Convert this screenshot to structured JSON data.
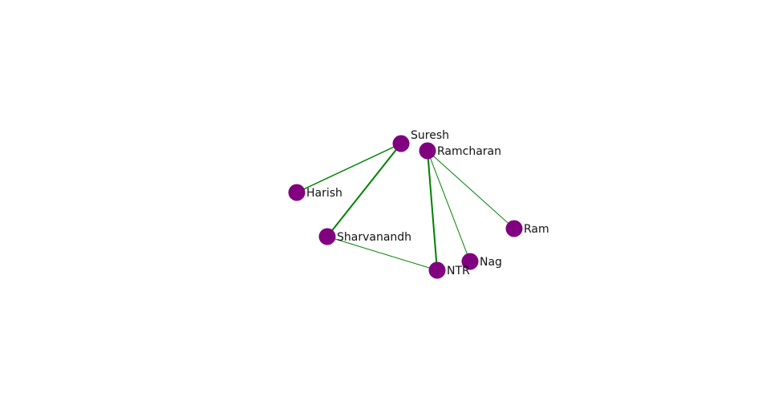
{
  "graph": {
    "colors": {
      "node": "#800080",
      "edge": "#008000",
      "label": "#111111"
    },
    "nodes": [
      {
        "id": "Harish",
        "label": "Harish"
      },
      {
        "id": "Sharvanandh",
        "label": "Sharvanandh"
      },
      {
        "id": "Suresh",
        "label": "Suresh"
      },
      {
        "id": "Ramcharan",
        "label": "Ramcharan"
      },
      {
        "id": "NTR",
        "label": "NTR"
      },
      {
        "id": "Nag",
        "label": "Nag"
      },
      {
        "id": "Ram",
        "label": "Ram"
      }
    ],
    "edges": [
      {
        "source": "Suresh",
        "target": "Harish",
        "weight": 1.5
      },
      {
        "source": "Suresh",
        "target": "Sharvanandh",
        "weight": 2
      },
      {
        "source": "Sharvanandh",
        "target": "NTR",
        "weight": 1
      },
      {
        "source": "Ramcharan",
        "target": "NTR",
        "weight": 2
      },
      {
        "source": "Ramcharan",
        "target": "Nag",
        "weight": 1
      },
      {
        "source": "Ramcharan",
        "target": "Ram",
        "weight": 1
      }
    ]
  }
}
